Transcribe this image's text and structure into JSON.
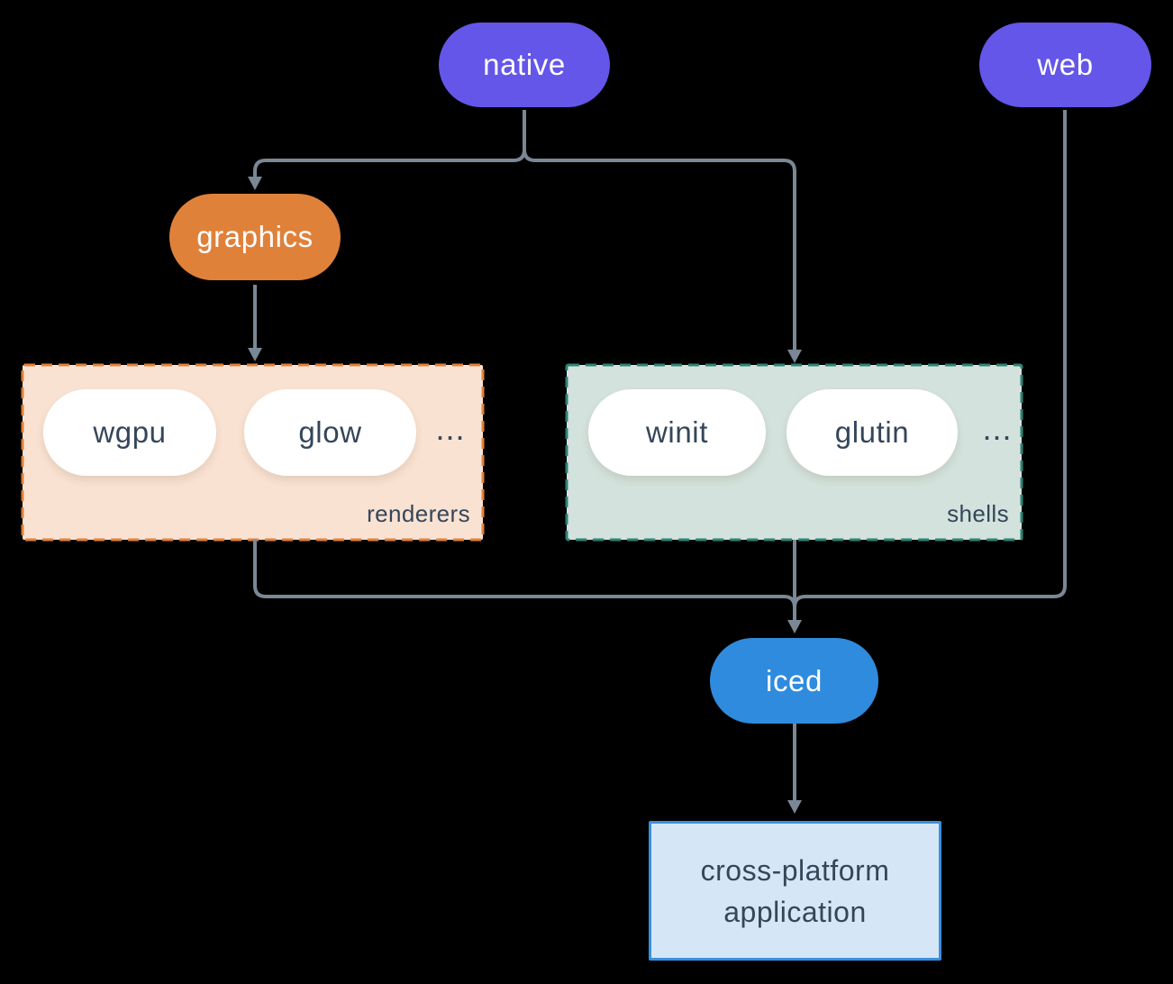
{
  "diagram": {
    "nodes": {
      "native": "native",
      "web": "web",
      "graphics": "graphics",
      "iced": "iced",
      "application": [
        "cross-platform",
        "application"
      ]
    },
    "groups": {
      "renderers": {
        "label": "renderers",
        "items": [
          "wgpu",
          "glow"
        ],
        "more": "..."
      },
      "shells": {
        "label": "shells",
        "items": [
          "winit",
          "glutin"
        ],
        "more": "..."
      }
    },
    "colors": {
      "background": "#000000",
      "node_purple": "#6456E8",
      "node_orange": "#E0813A",
      "node_blue": "#2F8BDE",
      "pill_white": "#FFFFFF",
      "renderers_fill": "#F9E2D2",
      "renderers_border": "#E0813A",
      "shells_fill": "#D3E2DC",
      "shells_border": "#2E8273",
      "application_fill": "#D5E7F7",
      "application_border": "#3A8EDC",
      "dark_text": "#35465A",
      "connector": "#7A8795"
    }
  }
}
